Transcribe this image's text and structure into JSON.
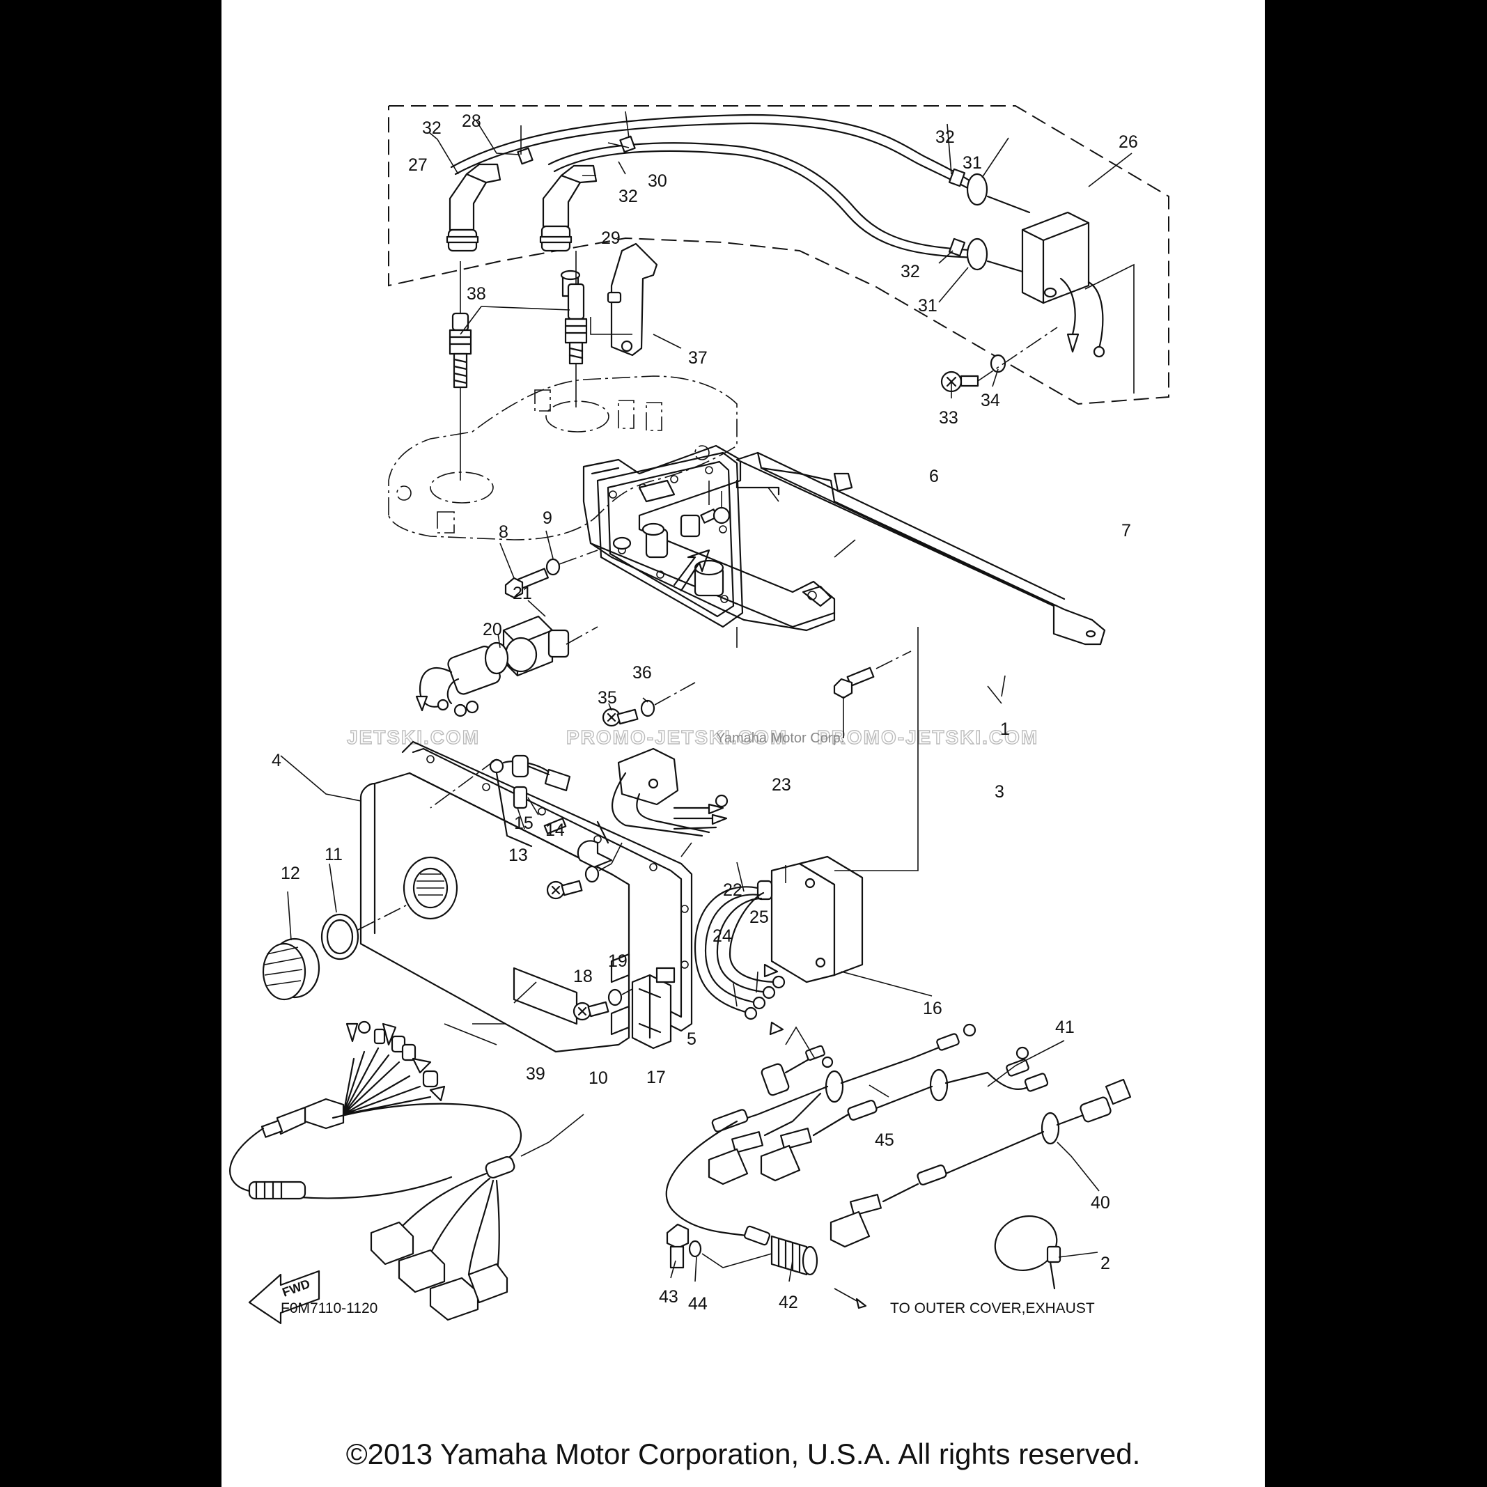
{
  "diagram": {
    "drawing_number": "F0M7110-1120",
    "direction_label": "FWD",
    "note": "TO OUTER COVER,EXHAUST",
    "watermarks": [
      "JETSKI.COM",
      "PROMO-JETSKI.COM",
      "PROMO-JETSKI.COM"
    ],
    "watermark_center": "Yamaha Motor Corp.",
    "copyright": "©2013 Yamaha Motor Corporation, U.S.A. All rights reserved.",
    "part_labels": [
      {
        "id": "p1",
        "text": "1"
      },
      {
        "id": "p2",
        "text": "2"
      },
      {
        "id": "p3",
        "text": "3"
      },
      {
        "id": "p4",
        "text": "4"
      },
      {
        "id": "p5",
        "text": "5"
      },
      {
        "id": "p6",
        "text": "6"
      },
      {
        "id": "p7",
        "text": "7"
      },
      {
        "id": "p8",
        "text": "8"
      },
      {
        "id": "p9",
        "text": "9"
      },
      {
        "id": "p10",
        "text": "10"
      },
      {
        "id": "p11",
        "text": "11"
      },
      {
        "id": "p12",
        "text": "12"
      },
      {
        "id": "p13",
        "text": "13"
      },
      {
        "id": "p14",
        "text": "14"
      },
      {
        "id": "p15",
        "text": "15"
      },
      {
        "id": "p16",
        "text": "16"
      },
      {
        "id": "p17",
        "text": "17"
      },
      {
        "id": "p18",
        "text": "18"
      },
      {
        "id": "p19",
        "text": "19"
      },
      {
        "id": "p20",
        "text": "20"
      },
      {
        "id": "p21",
        "text": "21"
      },
      {
        "id": "p22",
        "text": "22"
      },
      {
        "id": "p23",
        "text": "23"
      },
      {
        "id": "p24",
        "text": "24"
      },
      {
        "id": "p25",
        "text": "25"
      },
      {
        "id": "p26",
        "text": "26"
      },
      {
        "id": "p27",
        "text": "27"
      },
      {
        "id": "p28",
        "text": "28"
      },
      {
        "id": "p29",
        "text": "29"
      },
      {
        "id": "p30",
        "text": "30"
      },
      {
        "id": "p31a",
        "text": "31"
      },
      {
        "id": "p31b",
        "text": "31"
      },
      {
        "id": "p32a",
        "text": "32"
      },
      {
        "id": "p32b",
        "text": "32"
      },
      {
        "id": "p32c",
        "text": "32"
      },
      {
        "id": "p32d",
        "text": "32"
      },
      {
        "id": "p33",
        "text": "33"
      },
      {
        "id": "p34",
        "text": "34"
      },
      {
        "id": "p35",
        "text": "35"
      },
      {
        "id": "p36",
        "text": "36"
      },
      {
        "id": "p37",
        "text": "37"
      },
      {
        "id": "p38",
        "text": "38"
      },
      {
        "id": "p39",
        "text": "39"
      },
      {
        "id": "p40",
        "text": "40"
      },
      {
        "id": "p41",
        "text": "41"
      },
      {
        "id": "p42",
        "text": "42"
      },
      {
        "id": "p43",
        "text": "43"
      },
      {
        "id": "p44",
        "text": "44"
      },
      {
        "id": "p45",
        "text": "45"
      }
    ]
  }
}
